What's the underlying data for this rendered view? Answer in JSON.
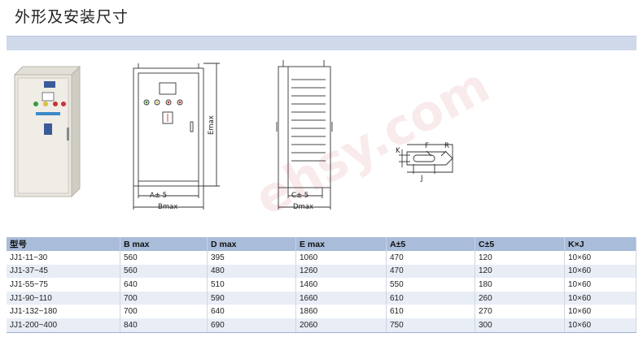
{
  "title": "外形及安装尺寸",
  "drawing": {
    "front_labels": {
      "emax": "Emax",
      "a": "A± 5",
      "bmax": "Bmax"
    },
    "side_labels": {
      "c": "C± 5",
      "dmax": "Dmax"
    },
    "slot_labels": {
      "k": "K",
      "f": "F",
      "r": "R",
      "j": "J"
    }
  },
  "watermark": "ehsy.com",
  "table": {
    "headers": [
      "型号",
      "B max",
      "D max",
      "E max",
      "A±5",
      "C±5",
      "K×J"
    ],
    "rows": [
      [
        "JJ1-11~30",
        "560",
        "395",
        "1060",
        "470",
        "120",
        "10×60"
      ],
      [
        "JJ1-37~45",
        "560",
        "480",
        "1260",
        "470",
        "120",
        "10×60"
      ],
      [
        "JJ1-55~75",
        "640",
        "510",
        "1460",
        "550",
        "180",
        "10×60"
      ],
      [
        "JJ1-90~110",
        "700",
        "590",
        "1660",
        "610",
        "260",
        "10×60"
      ],
      [
        "JJ1-132~180",
        "700",
        "640",
        "1860",
        "610",
        "270",
        "10×60"
      ],
      [
        "JJ1-200~400",
        "840",
        "690",
        "2060",
        "750",
        "300",
        "10×60"
      ]
    ]
  }
}
